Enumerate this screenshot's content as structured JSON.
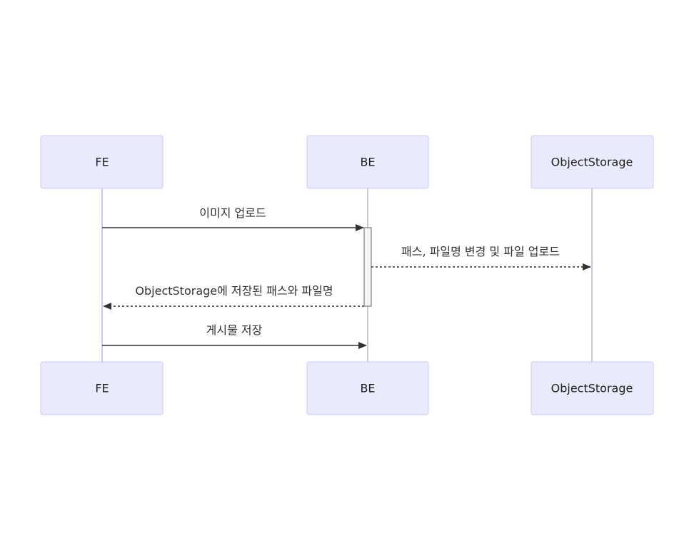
{
  "participants": [
    {
      "id": "fe",
      "label": "FE"
    },
    {
      "id": "be",
      "label": "BE"
    },
    {
      "id": "os",
      "label": "ObjectStorage"
    }
  ],
  "messages": [
    {
      "from": "fe",
      "to": "be",
      "label": "이미지 업로드",
      "style": "solid"
    },
    {
      "from": "be",
      "to": "os",
      "label": "패스, 파일명 변경 및 파일 업로드",
      "style": "dashed"
    },
    {
      "from": "be",
      "to": "fe",
      "label": "ObjectStorage에 저장된 패스와 파일명",
      "style": "dashed"
    },
    {
      "from": "fe",
      "to": "be",
      "label": "게시물 저장",
      "style": "solid"
    }
  ]
}
